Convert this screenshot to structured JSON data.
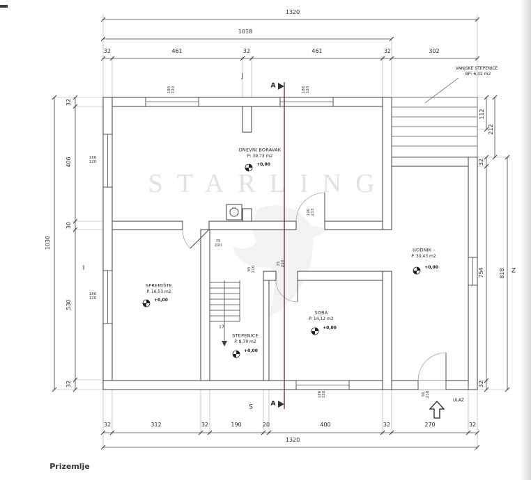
{
  "page": {
    "floor_label": "Prizemlje"
  },
  "watermark": {
    "text": "STARLING"
  },
  "compass": {
    "top": "J",
    "bottom": "S",
    "left": "I",
    "right": "Z"
  },
  "section_marks": {
    "top": "A",
    "bottom": "A"
  },
  "annotations": {
    "external_stairs_title": "VANJSKE STEPENICE",
    "external_stairs_area": "BP: 6,42 m2",
    "entrance_label": "ULAZ",
    "stair_count": "17"
  },
  "rooms": {
    "dnevni_boravak": {
      "name": "DNEVNI BORAVAK",
      "area": "P: 39,73 m2",
      "level": "+0,00"
    },
    "spremiste": {
      "name": "SPREMIŠTE",
      "area": "P. 16,53 m2",
      "level": "+0,00"
    },
    "stepenice": {
      "name": "STEPENICE",
      "area": "P. 8,70 m2",
      "level": "+0,00"
    },
    "soba": {
      "name": "SOBA",
      "area": "P. 14,12 m2",
      "level": "+0,00"
    },
    "hodnik": {
      "name": "HODNIK -",
      "area": "P. 30,43 m2",
      "level": "+0,00"
    }
  },
  "dimensions": {
    "top_total": "1320",
    "top_inner": "1018",
    "top_segments": [
      "32",
      "461",
      "32",
      "461",
      "32",
      "302"
    ],
    "left_total": "1030",
    "left_segments": [
      "32",
      "406",
      "30",
      "530",
      "32"
    ],
    "right_upper": [
      "112",
      "212"
    ],
    "right_segments": [
      "32",
      "754",
      "32"
    ],
    "right_outer": "818",
    "bottom_segments": [
      "32",
      "312",
      "32",
      "190",
      "20",
      "400",
      "32",
      "270",
      "32"
    ],
    "bottom_total": "1320"
  },
  "openings": {
    "top_window_left": "186\n120",
    "top_window_right": "186\n120",
    "left_window_upper": "186\n120",
    "left_window_lower": "186\n120",
    "living_door": "100\n213",
    "storage_door": "75\n210",
    "stair_door": "95\n210",
    "room_door": "75\n210",
    "bottom_window": "186\n120",
    "entrance_door": "92\n210"
  }
}
